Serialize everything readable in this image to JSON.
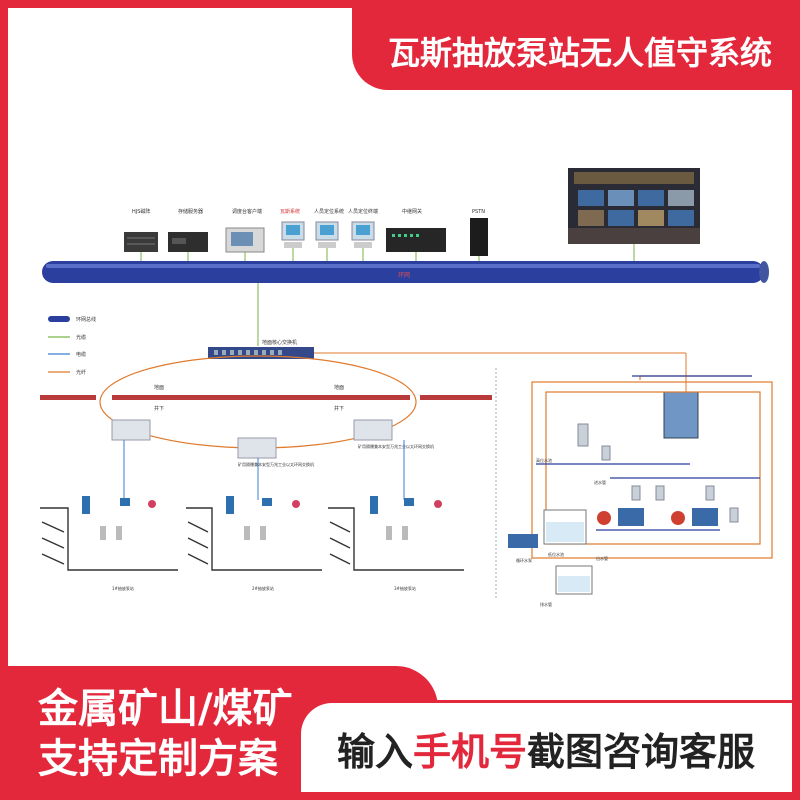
{
  "banner": {
    "title": "瓦斯抽放泵站无人值守系统",
    "left_line1": "金属矿山/煤矿",
    "left_line2": "支持定制方案",
    "bottom_prefix": "输入",
    "bottom_highlight": "手机号",
    "bottom_suffix": "截图咨询客服"
  },
  "colors": {
    "accent": "#e3283c",
    "bus_blue": "#2a3f9e",
    "ring_orange": "#e07a2c",
    "wire_green": "#7ab34a",
    "wire_blue": "#3a7fd0",
    "earth_red": "#b83a3a"
  },
  "diagram": {
    "devices": [
      {
        "id": "dev1",
        "label": "HJS磁阵"
      },
      {
        "id": "dev2",
        "label": "存储服务器"
      },
      {
        "id": "dev3",
        "label": "调度台客户端"
      },
      {
        "id": "dev4",
        "label": "瓦斯系统"
      },
      {
        "id": "dev5",
        "label": "人员定位系统"
      },
      {
        "id": "dev6",
        "label": "人员定位终端"
      },
      {
        "id": "dev7",
        "label": "中继网关"
      },
      {
        "id": "dev8",
        "label": "PSTN"
      }
    ],
    "bus_label": "环网",
    "legend": [
      {
        "label": "环网总线",
        "color": "#2a3f9e",
        "kind": "bus"
      },
      {
        "label": "光缆",
        "color": "#7ab34a",
        "kind": "line"
      },
      {
        "label": "电缆",
        "color": "#3a7fd0",
        "kind": "line"
      },
      {
        "label": "光纤",
        "color": "#e07a2c",
        "kind": "line"
      }
    ],
    "core_switch": "地面核心交换机",
    "ground_labels": [
      "地面",
      "地面"
    ],
    "underground_labels": [
      "井下",
      "井下"
    ],
    "ring_switch_label": "矿用隔爆兼本安型万兆工业以太环网交换机",
    "stations": [
      "1#抽放泵站",
      "2#抽放泵站",
      "3#抽放泵站"
    ],
    "pump_labels": {
      "p1": "高位水池",
      "p2": "进水管",
      "p3": "低位水池",
      "p4": "循环水泵",
      "p5": "出水管",
      "p6": "排水管"
    }
  }
}
